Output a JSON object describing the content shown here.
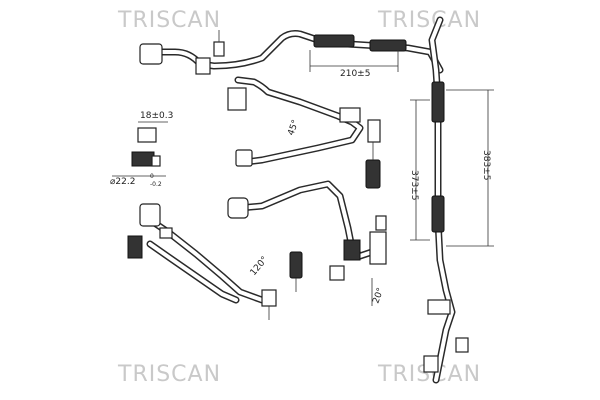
{
  "watermark": {
    "text": "TRISCAN"
  },
  "dimensions": {
    "length_210": "210±5",
    "length_373": "373±5",
    "length_383": "383±5",
    "width_18": "18±0.3",
    "diameter_22": "22.2",
    "diameter_tol_top": "0",
    "diameter_tol_bottom": "-0.2",
    "angle_45": "45°",
    "angle_120": "120°",
    "angle_20": "20°"
  }
}
